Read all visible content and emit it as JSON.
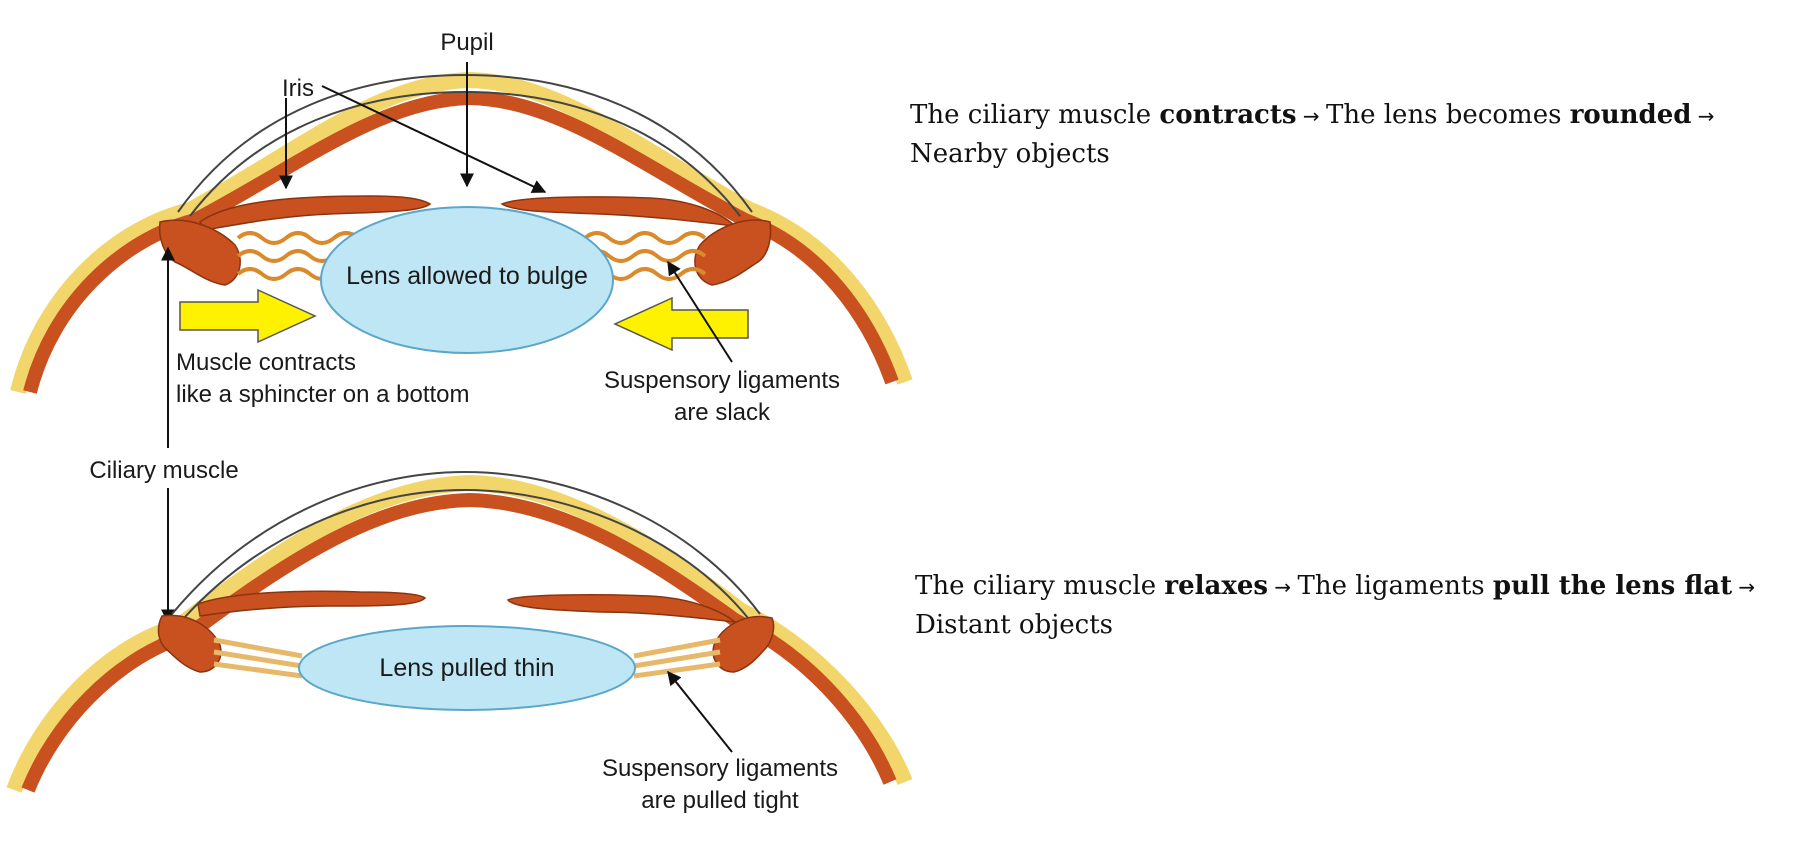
{
  "labels": {
    "pupil": "Pupil",
    "iris": "Iris",
    "lens_top": "Lens allowed to bulge",
    "muscle_contracts_1": "Muscle contracts",
    "muscle_contracts_2": "like a sphincter on a bottom",
    "ligaments_slack_1": "Suspensory ligaments",
    "ligaments_slack_2": "are slack",
    "ciliary_muscle": "Ciliary muscle",
    "lens_bottom": "Lens pulled thin",
    "ligaments_tight_1": "Suspensory ligaments",
    "ligaments_tight_2": "are pulled tight"
  },
  "descriptions": {
    "top": {
      "part1": "The ciliary muscle ",
      "bold1": "contracts",
      "arrow1": " → ",
      "part2": "The lens becomes ",
      "bold2": "rounded",
      "arrow2": " →",
      "line2": "Nearby objects"
    },
    "bottom": {
      "part1": "The ciliary muscle ",
      "bold1": "relaxes",
      "arrow1": " → ",
      "part2": "The ligaments ",
      "bold2": "pull the lens flat",
      "arrow2": " →",
      "line2": "Distant objects"
    }
  },
  "colors": {
    "lens": "#bfe6f5",
    "lens_stroke": "#5aa7c9",
    "muscle": "#c8511f",
    "sclera_yellow": "#f3d66b",
    "arrow_yellow": "#fff200"
  }
}
